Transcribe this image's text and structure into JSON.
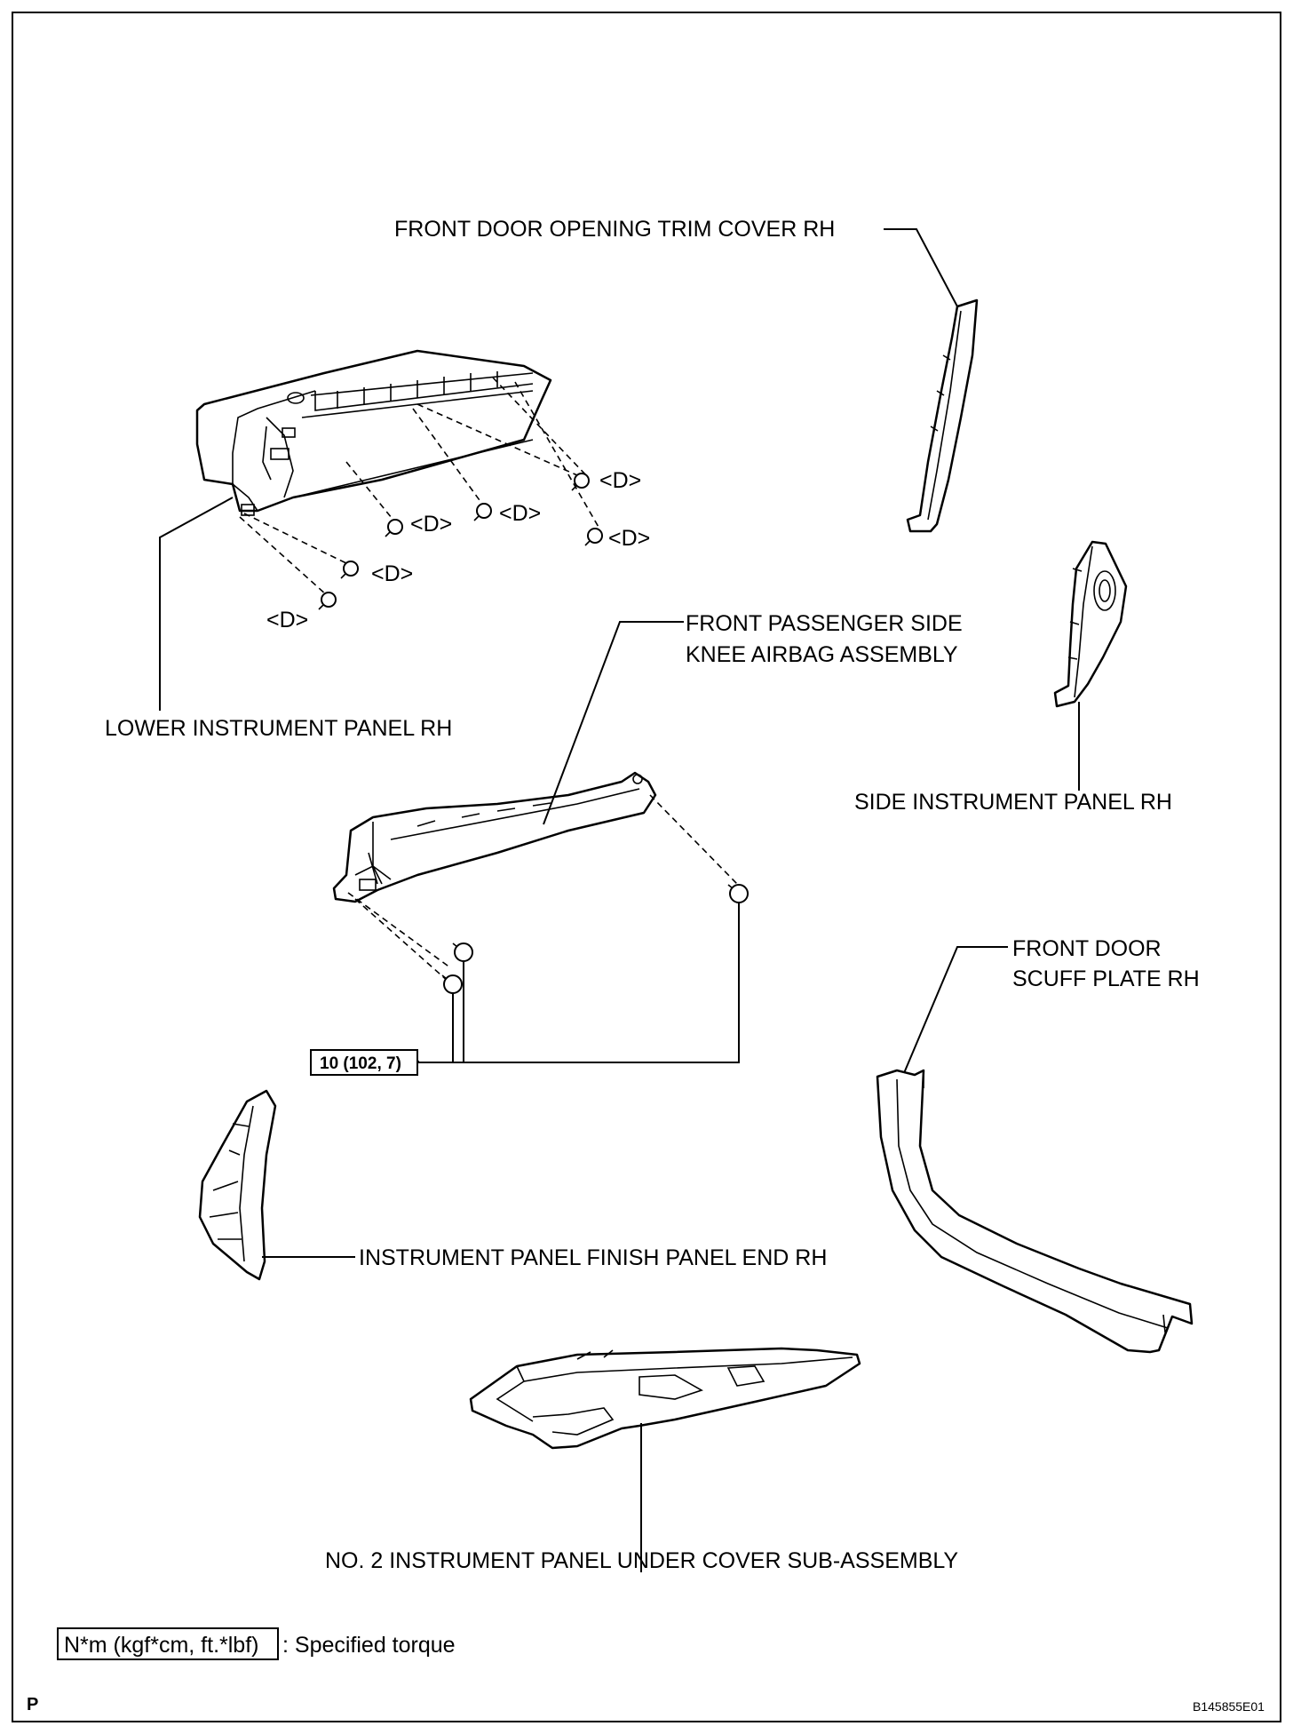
{
  "labels": {
    "front_door_opening_trim_cover": "FRONT DOOR OPENING TRIM COVER RH",
    "lower_instrument_panel": "LOWER INSTRUMENT PANEL RH",
    "knee_airbag_line1": "FRONT PASSENGER SIDE",
    "knee_airbag_line2": "KNEE AIRBAG ASSEMBLY",
    "side_instrument_panel": "SIDE INSTRUMENT PANEL RH",
    "scuff_plate_line1": "FRONT DOOR",
    "scuff_plate_line2": "SCUFF PLATE RH",
    "finish_panel_end": "INSTRUMENT PANEL FINISH PANEL END RH",
    "under_cover": "NO. 2 INSTRUMENT PANEL UNDER COVER SUB-ASSEMBLY"
  },
  "clip_marker": "<D>",
  "torque_value": "10 (102, 7)",
  "legend": {
    "unit_box": "N*m (kgf*cm, ft.*lbf)",
    "description": ": Specified torque"
  },
  "corner_letter": "P",
  "figure_code": "B145855E01"
}
